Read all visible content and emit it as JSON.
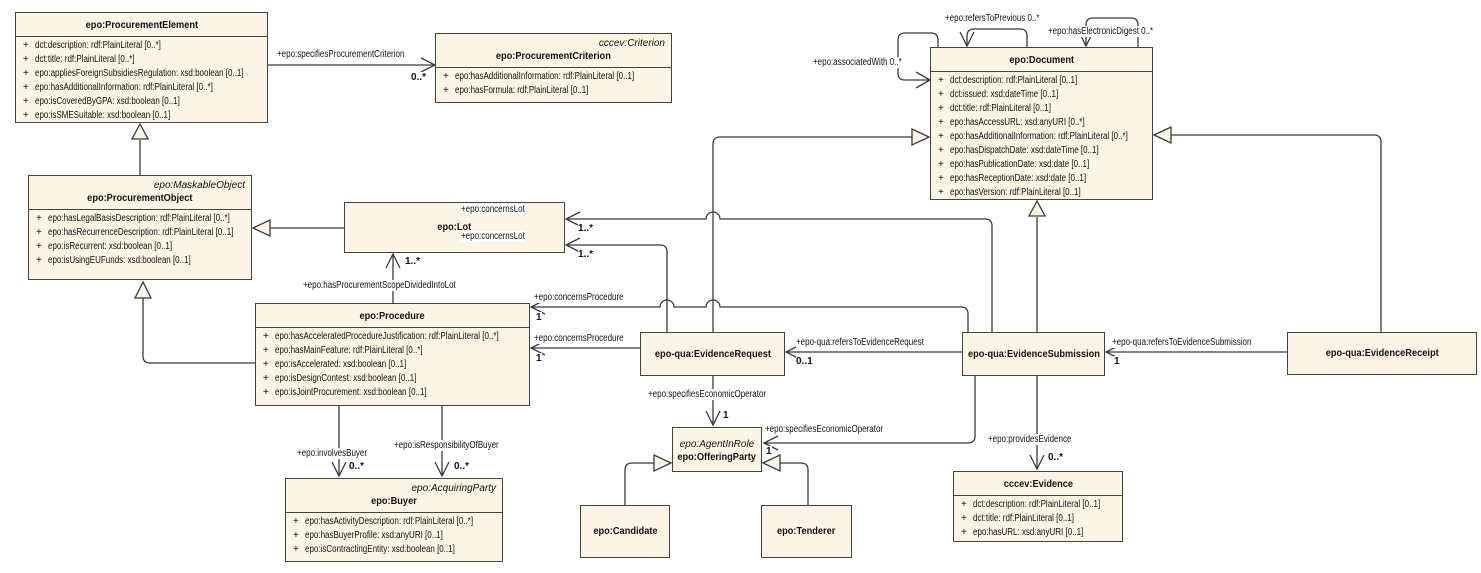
{
  "diagram": {
    "background_color": "#ffffff",
    "box_fill_color": "#fcf4e4",
    "line_color": "#3a3a3a",
    "visibility_marker": "+",
    "classes": [
      {
        "id": "procurement-element",
        "stereotype": null,
        "name": "epo:ProcurementElement",
        "attributes": [
          "dct:description: rdf:PlainLiteral [0..*]",
          "dct:title: rdf:PlainLiteral [0..*]",
          "epo:appliesForeignSubsidiesRegulation: xsd:boolean [0..1]",
          "epo:hasAdditionalInformation: rdf:PlainLiteral [0..*]",
          "epo:isCoveredByGPA: xsd:boolean [0..1]",
          "epo:isSMESuitable: xsd:boolean [0..1]"
        ]
      },
      {
        "id": "procurement-criterion",
        "stereotype": "cccev:Criterion",
        "name": "epo:ProcurementCriterion",
        "attributes": [
          "epo:hasAdditionalInformation: rdf:PlainLiteral [0..1]",
          "epo:hasFormula: rdf:PlainLiteral [0..1]"
        ]
      },
      {
        "id": "document",
        "stereotype": null,
        "name": "epo:Document",
        "attributes": [
          "dct:description: rdf:PlainLiteral [0..1]",
          "dct:issued: xsd:dateTime [0..1]",
          "dct:title: rdf:PlainLiteral [0..1]",
          "epo:hasAccessURL: xsd:anyURI [0..*]",
          "epo:hasAdditionalInformation: rdf:PlainLiteral [0..*]",
          "epo:hasDispatchDate: xsd:dateTime [0..1]",
          "epo:hasPublicationDate: xsd:date [0..1]",
          "epo:hasReceptionDate: xsd:date [0..1]",
          "epo:hasVersion: rdf:PlainLiteral [0..1]"
        ]
      },
      {
        "id": "procurement-object",
        "stereotype": "epo:MaskableObject",
        "name": "epo:ProcurementObject",
        "attributes": [
          "epo:hasLegalBasisDescription: rdf:PlainLiteral [0..*]",
          "epo:hasRecurrenceDescription: rdf:PlainLiteral [0..1]",
          "epo:isRecurrent: xsd:boolean [0..1]",
          "epo:isUsingEUFunds: xsd:boolean [0..1]"
        ]
      },
      {
        "id": "lot",
        "stereotype": null,
        "name": "epo:Lot",
        "attributes": []
      },
      {
        "id": "procedure",
        "stereotype": null,
        "name": "epo:Procedure",
        "attributes": [
          "epo:hasAcceleratedProcedureJustification: rdf:PlainLiteral [0..*]",
          "epo:hasMainFeature: rdf:PlainLiteral [0..*]",
          "epo:isAccelerated: xsd:boolean [0..1]",
          "epo:isDesignContest: xsd:boolean [0..1]",
          "epo:isJointProcurement: xsd:boolean [0..1]"
        ]
      },
      {
        "id": "evidence-request",
        "stereotype": null,
        "name": "epo-qua:EvidenceRequest",
        "attributes": []
      },
      {
        "id": "evidence-submission",
        "stereotype": null,
        "name": "epo-qua:EvidenceSubmission",
        "attributes": []
      },
      {
        "id": "evidence-receipt",
        "stereotype": null,
        "name": "epo-qua:EvidenceReceipt",
        "attributes": []
      },
      {
        "id": "offering-party",
        "stereotype": "epo:AgentInRole",
        "name": "epo:OfferingParty",
        "attributes": []
      },
      {
        "id": "candidate",
        "stereotype": null,
        "name": "epo:Candidate",
        "attributes": []
      },
      {
        "id": "tenderer",
        "stereotype": null,
        "name": "epo:Tenderer",
        "attributes": []
      },
      {
        "id": "buyer",
        "stereotype": "epo:AcquiringParty",
        "name": "epo:Buyer",
        "attributes": [
          "epo:hasActivityDescription: rdf:PlainLiteral [0..*]",
          "epo:hasBuyerProfile: xsd:anyURI [0..1]",
          "epo:isContractingEntity: xsd:boolean [0..1]"
        ]
      },
      {
        "id": "evidence",
        "stereotype": null,
        "name": "cccev:Evidence",
        "attributes": [
          "dct:description: rdf:PlainLiteral [0..1]",
          "dct:title: rdf:PlainLiteral [0..1]",
          "epo:hasURL: xsd:anyURI [0..1]"
        ]
      }
    ],
    "edge_labels": {
      "specifies-procurement-criterion": "+epo:specifiesProcurementCriterion",
      "refers-to-previous": "+epo:refersToPrevious 0..*",
      "has-electronic-digest": "+epo:hasElectronicDigest 0..*",
      "associated-with": "+epo:associatedWith 0..*",
      "concerns-lot-1": "+epo:concernsLot",
      "concerns-lot-2": "+epo:concernsLot",
      "concerns-procedure-1": "+epo:concernsProcedure",
      "concerns-procedure-2": "+epo:concernsProcedure",
      "has-procurement-scope-divided-into-lot": "+epo:hasProcurementScopeDividedIntoLot",
      "refers-to-evidence-request": "+epo-qua:refersToEvidenceRequest",
      "refers-to-evidence-submission": "+epo-qua:refersToEvidenceSubmission",
      "specifies-economic-operator-1": "+epo:specifiesEconomicOperator",
      "specifies-economic-operator-2": "+epo:specifiesEconomicOperator",
      "provides-evidence": "+epo:providesEvidence",
      "involves-buyer": "+epo:involvesBuyer",
      "is-responsibility-of-buyer": "+epo:isResponsibilityOfBuyer"
    },
    "multiplicities": {
      "mult-specifies-procurement-criterion": "0..*",
      "mult-concerns-lot-1": "1..*",
      "mult-concerns-lot-2": "1..*",
      "mult-concerns-procedure-1": "1",
      "mult-concerns-procedure-2": "1",
      "mult-has-procurement-scope-divided-into-lot": "1..*",
      "mult-refers-to-evidence-request": "0..1",
      "mult-refers-to-evidence-submission": "1",
      "mult-specifies-economic-operator-1": "1",
      "mult-specifies-economic-operator-2": "1",
      "mult-provides-evidence": "0..*",
      "mult-involves-buyer": "0..*",
      "mult-is-responsibility-of-buyer": "0..*"
    }
  }
}
